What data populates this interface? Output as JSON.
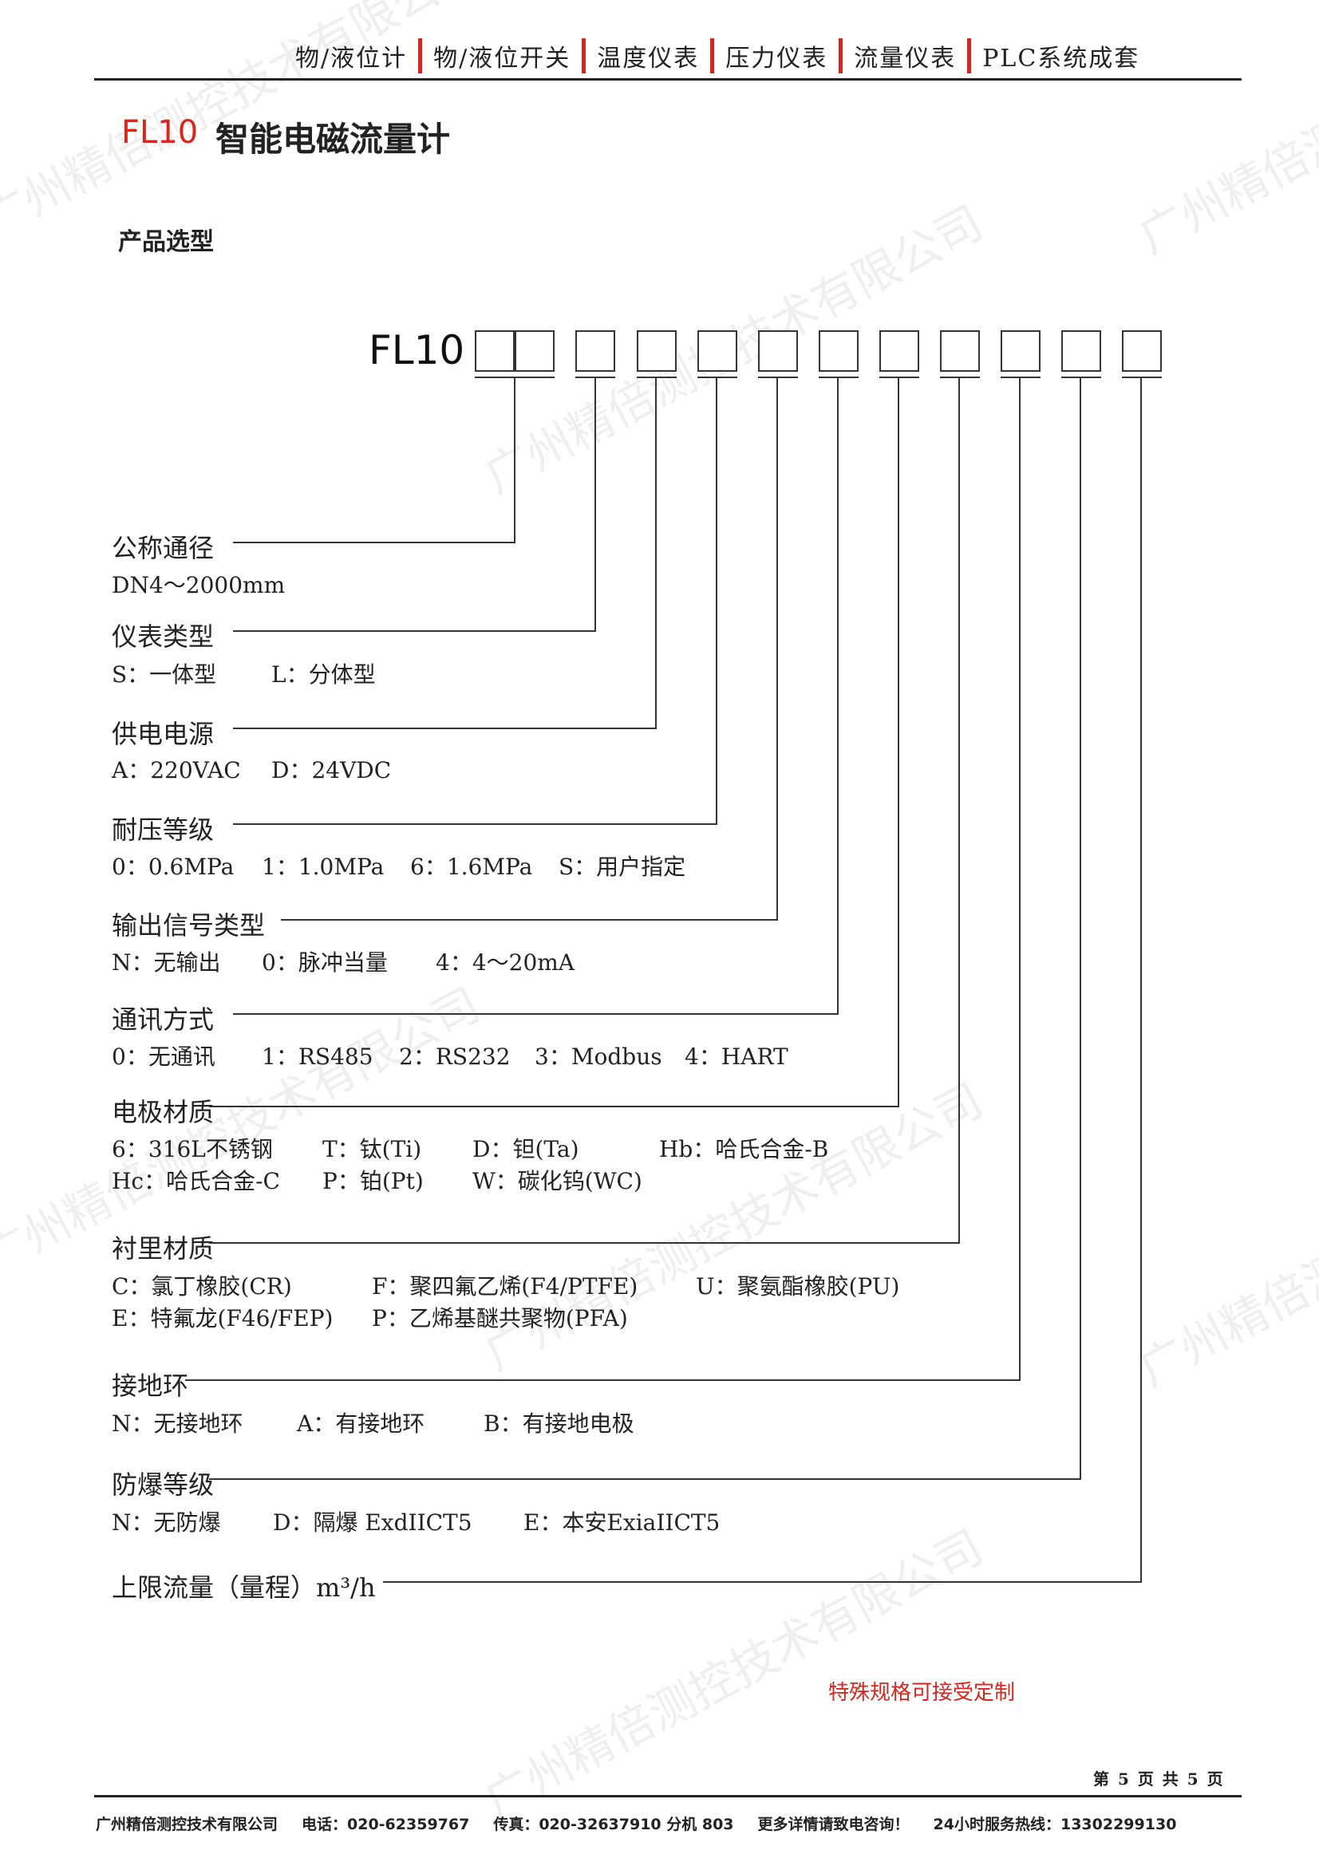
{
  "header": {
    "nav": [
      "物/液位计",
      "物/液位开关",
      "温度仪表",
      "压力仪表",
      "流量仪表",
      "PLC系统成套"
    ]
  },
  "title": {
    "model": "FL10",
    "name": "智能电磁流量计"
  },
  "section_title": "产品选型",
  "code": {
    "prefix": "FL10"
  },
  "fields": [
    {
      "title": "公称通径",
      "lines": [
        [
          "DN4～2000mm"
        ]
      ]
    },
    {
      "title": "仪表类型",
      "lines": [
        [
          "S：一体型",
          "L：分体型"
        ]
      ]
    },
    {
      "title": "供电电源",
      "lines": [
        [
          "A：220VAC",
          "D：24VDC"
        ]
      ]
    },
    {
      "title": "耐压等级",
      "lines": [
        [
          "0：0.6MPa",
          "1：1.0MPa",
          "6：1.6MPa",
          "S：用户指定"
        ]
      ]
    },
    {
      "title": "输出信号类型",
      "lines": [
        [
          "N：无输出",
          "0：脉冲当量",
          "4：4～20mA"
        ]
      ]
    },
    {
      "title": "通讯方式",
      "lines": [
        [
          "0：无通讯",
          "1：RS485",
          "2：RS232",
          "3：Modbus",
          "4：HART"
        ]
      ]
    },
    {
      "title": "电极材质",
      "lines": [
        [
          "6：316L不锈钢",
          "T：钛(Ti)",
          "D：钽(Ta)",
          "Hb：哈氏合金-B"
        ],
        [
          "Hc：哈氏合金-C",
          "P：铂(Pt)",
          "W：碳化钨(WC)"
        ]
      ]
    },
    {
      "title": "衬里材质",
      "lines": [
        [
          "C：氯丁橡胶(CR)",
          "F：聚四氟乙烯(F4/PTFE)",
          "U：聚氨酯橡胶(PU)"
        ],
        [
          "E：特氟龙(F46/FEP)",
          "P：乙烯基醚共聚物(PFA)"
        ]
      ]
    },
    {
      "title": "接地环",
      "lines": [
        [
          "N：无接地环",
          "A：有接地环",
          "B：有接地电极"
        ]
      ]
    },
    {
      "title": "防爆等级",
      "lines": [
        [
          "N：无防爆",
          "D：隔爆 ExdIICT5",
          "E：本安ExiaIICT5"
        ]
      ]
    },
    {
      "title": "上限流量（量程）m³/h",
      "lines": []
    }
  ],
  "custom_note": "特殊规格可接受定制",
  "page_number": "第 5 页 共 5 页",
  "footer": {
    "company": "广州精倍测控技术有限公司",
    "phone": "电话：020-62359767",
    "fax": "传真：020-32637910 分机 803",
    "consult": "更多详情请致电咨询！",
    "hotline": "24小时服务热线：13302299130"
  },
  "watermark": "广州精倍测控技术有限公司",
  "colors": {
    "accent": "#d6261e",
    "text": "#222222"
  }
}
